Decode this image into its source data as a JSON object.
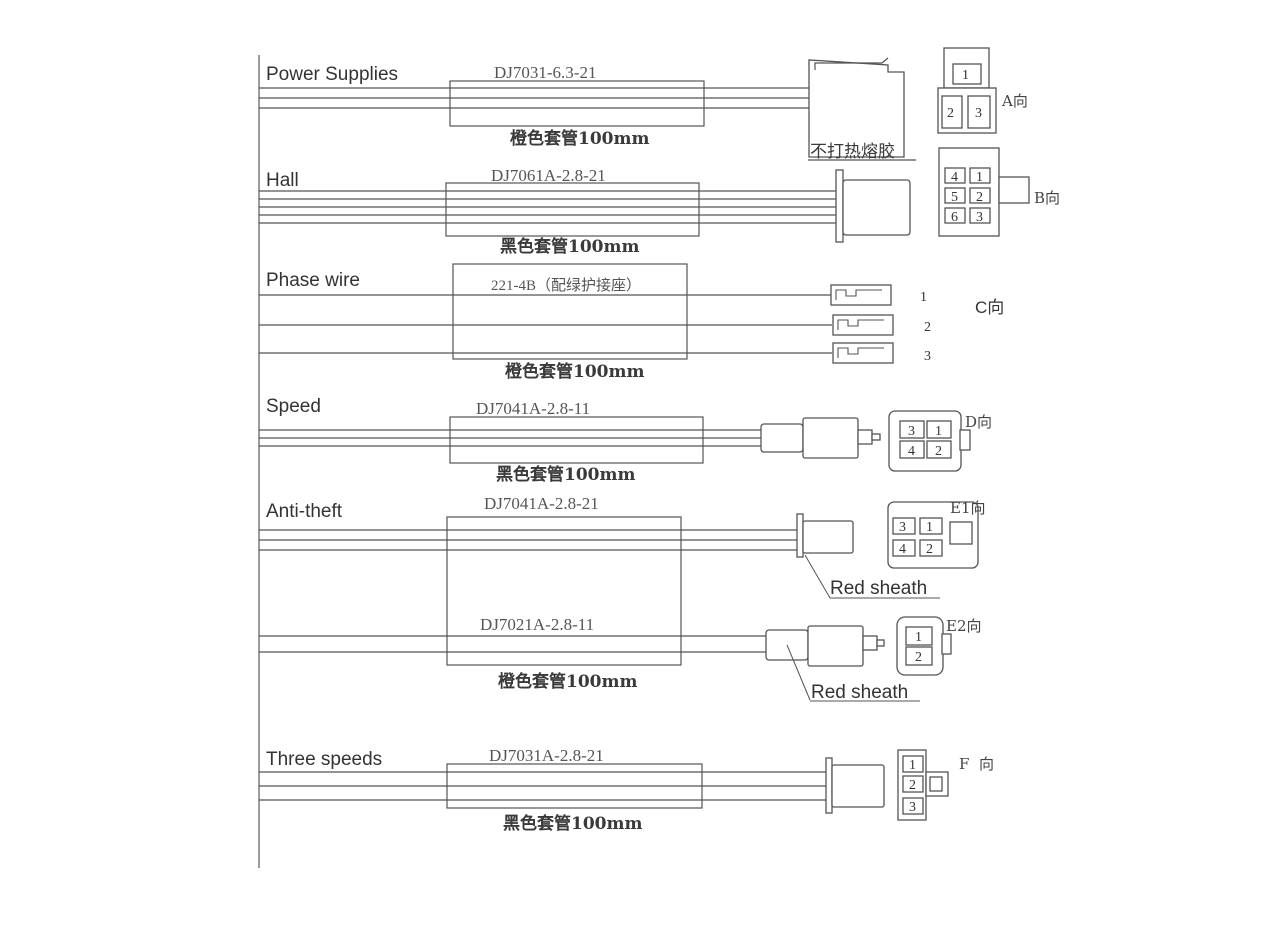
{
  "rows": {
    "power": {
      "label": "Power Supplies",
      "code": "DJ7031-6.3-21",
      "sleeve": "橙色套管100mm",
      "note": "不打热熔胶",
      "direction": "A向",
      "pins": [
        "1",
        "2",
        "3"
      ]
    },
    "hall": {
      "label": "Hall",
      "code": "DJ7061A-2.8-21",
      "sleeve": "黑色套管100mm",
      "direction": "B向",
      "pins": [
        "4",
        "1",
        "5",
        "2",
        "6",
        "3"
      ]
    },
    "phase": {
      "label": "Phase wire",
      "code": "221-4B（配绿护接座）",
      "sleeve": "橙色套管100mm",
      "direction": "C向",
      "terminals": [
        "1",
        "2",
        "3"
      ]
    },
    "speed": {
      "label": "Speed",
      "code": "DJ7041A-2.8-11",
      "sleeve": "黑色套管100mm",
      "direction": "D向",
      "pins": [
        "3",
        "1",
        "4",
        "2"
      ]
    },
    "antitheft": {
      "label": "Anti-theft",
      "code": "DJ7041A-2.8-21",
      "direction": "E1向",
      "pins": [
        "3",
        "1",
        "4",
        "2"
      ],
      "sheath_note": "Red sheath",
      "second": {
        "code": "DJ7021A-2.8-11",
        "sleeve": "橙色套管100mm",
        "direction": "E2向",
        "pins": [
          "1",
          "2"
        ],
        "sheath_note": "Red sheath"
      }
    },
    "threespeed": {
      "label": "Three speeds",
      "code": "DJ7031A-2.8-21",
      "sleeve": "黑色套管100mm",
      "direction": "F  向",
      "pins": [
        "1",
        "2",
        "3"
      ]
    }
  }
}
